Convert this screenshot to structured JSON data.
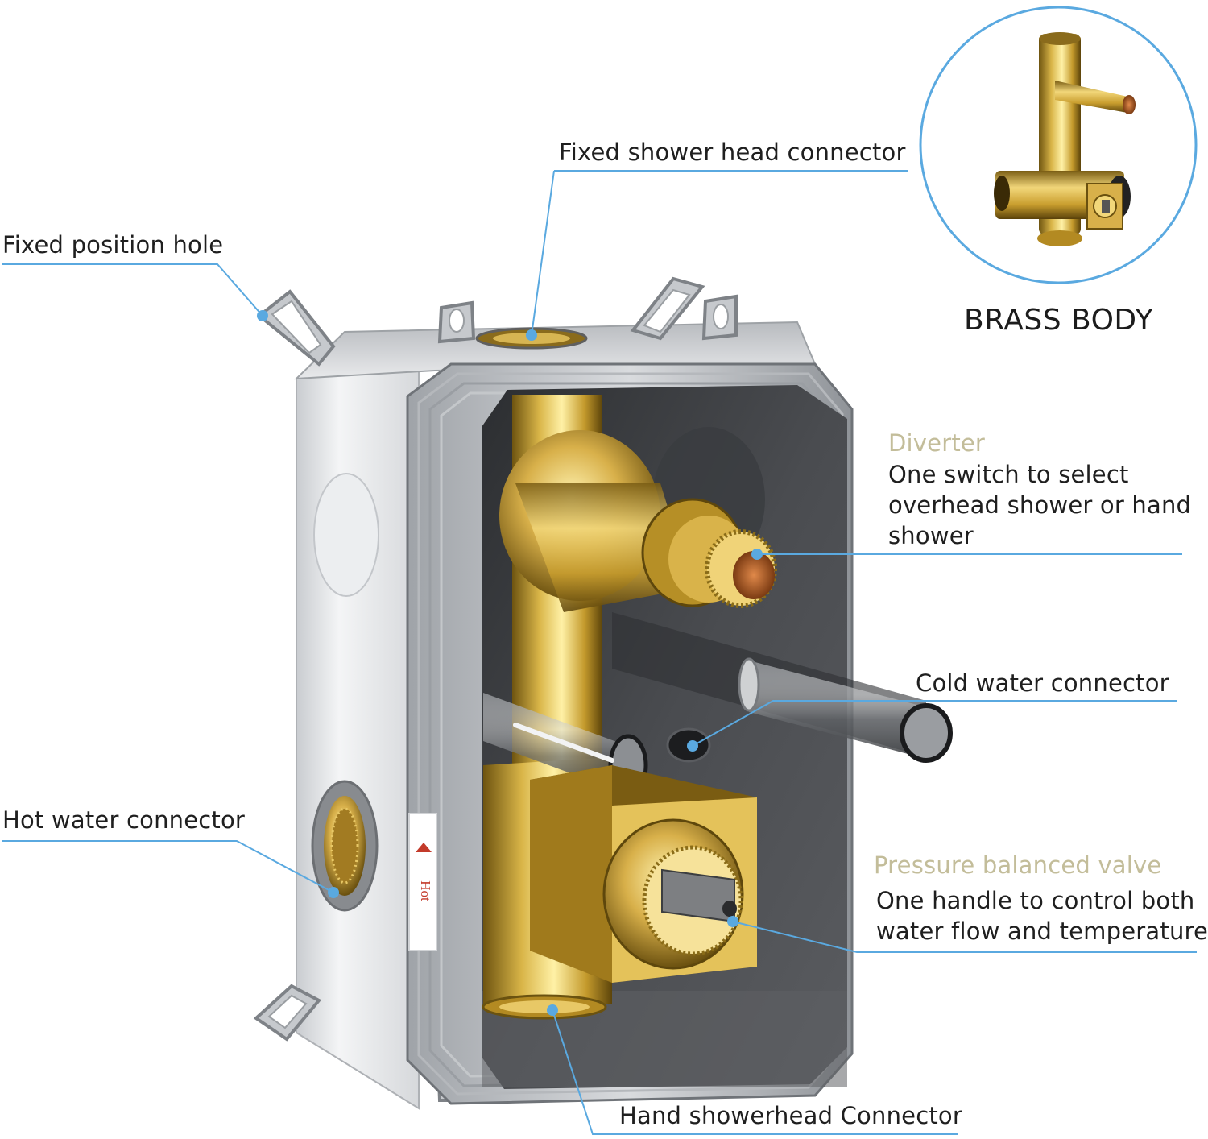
{
  "labels": {
    "fixed_shower_head": "Fixed shower head connector",
    "fixed_position_hole": "Fixed position hole",
    "diverter_title": "Diverter",
    "diverter_desc_1": "One switch to select",
    "diverter_desc_2": "overhead shower or hand",
    "diverter_desc_3": "shower",
    "cold_water": "Cold water connector",
    "hot_water": "Hot water connector",
    "pressure_title": "Pressure balanced valve",
    "pressure_desc_1": "One handle to control both",
    "pressure_desc_2": "water flow and temperature",
    "hand_showerhead": "Hand showerhead Connector",
    "brass_body": "BRASS BODY",
    "hot_sticker": "Hot"
  },
  "colors": {
    "leader_line": "#5aa9e0",
    "inset_circle": "#5aa9e0",
    "title_accent": "#c3bd9a",
    "brass": "#c9a43a",
    "box_silver": "#e6e8ea",
    "box_interior": "#3b3d40"
  }
}
